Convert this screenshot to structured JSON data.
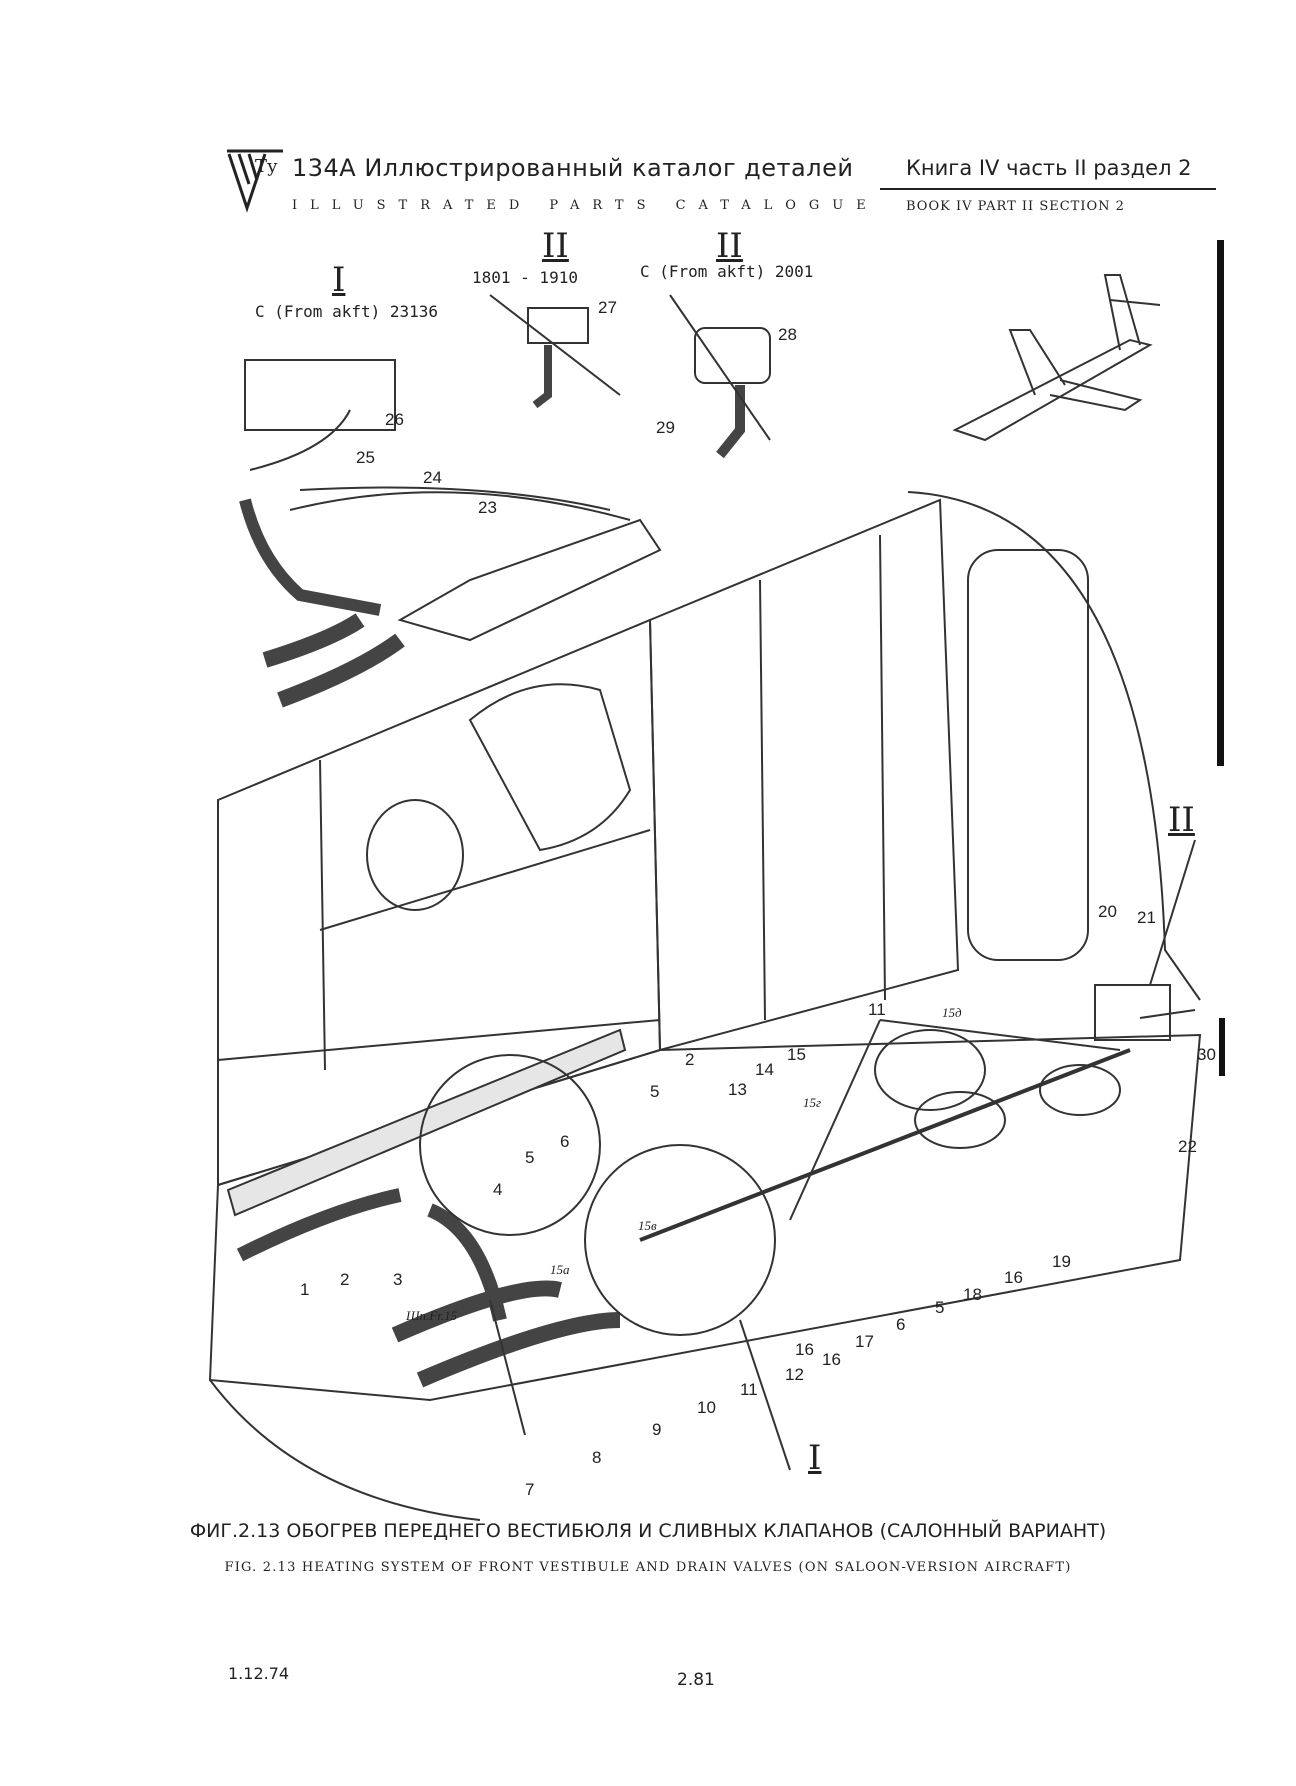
{
  "header": {
    "logo": "Ту",
    "title_ru": "134А  Иллюстрированный  каталог  деталей",
    "book_ru": "Книга IV  часть II  раздел 2",
    "title_en": "ILLUSTRATED PARTS CATALOGUE",
    "book_en": "BOOK IV   PART II   SECTION 2"
  },
  "views": [
    {
      "roman": "I",
      "note": "С (From akft) 23136"
    },
    {
      "roman": "II",
      "note": "1801 - 1910"
    },
    {
      "roman": "II",
      "note": "С  (From akft)  2001"
    },
    {
      "roman": "II"
    },
    {
      "roman": "I"
    }
  ],
  "callouts": [
    "1",
    "2",
    "3",
    "4",
    "5",
    "6",
    "5",
    "7",
    "8",
    "9",
    "10",
    "11",
    "12",
    "13",
    "14",
    "15",
    "16",
    "17",
    "6",
    "5",
    "18",
    "16",
    "19",
    "20",
    "21",
    "22",
    "30",
    "11",
    "2",
    "16",
    "23",
    "24",
    "25",
    "26",
    "27",
    "28",
    "29"
  ],
  "zone_labels": [
    "15д",
    "15г",
    "15в",
    "15а",
    "Шп.Fr.15"
  ],
  "caption_ru": "ФИГ.2.13  ОБОГРЕВ ПЕРЕДНЕГО  ВЕСТИБЮЛЯ  И СЛИВНЫХ КЛАПАНОВ  (САЛОННЫЙ  ВАРИАНТ)",
  "caption_en": "FIG. 2.13 HEATING SYSTEM OF FRONT VESTIBULE AND DRAIN VALVES (ON SALOON-VERSION AIRCRAFT)",
  "footer": {
    "date": "1.12.74",
    "page": "2.81"
  }
}
